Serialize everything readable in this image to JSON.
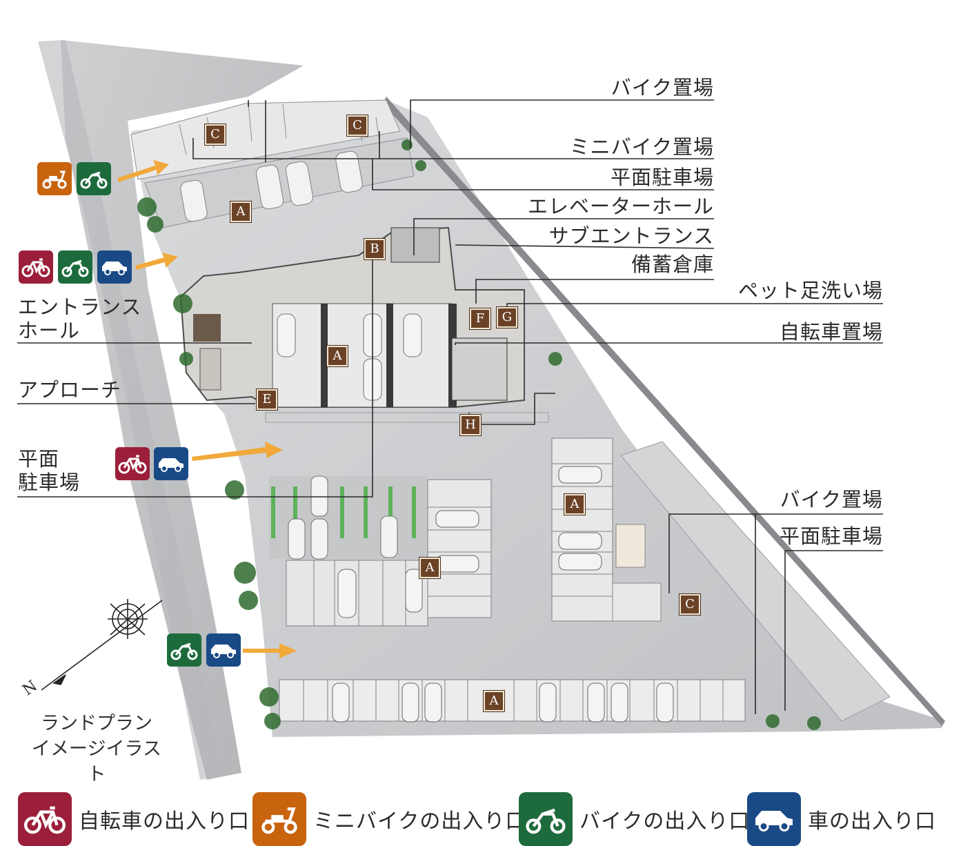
{
  "labels": {
    "bike_parking_top": "バイク置場",
    "minibike_parking": "ミニバイク置場",
    "flat_parking_top": "平面駐車場",
    "elevator_hall": "エレベーターホール",
    "sub_entrance": "サブエントランス",
    "storage": "備蓄倉庫",
    "pet_wash": "ペット足洗い場",
    "bicycle_parking": "自転車置場",
    "entrance_hall_1": "エントランス",
    "entrance_hall_2": "ホール",
    "approach": "アプローチ",
    "flat_parking_left_1": "平面",
    "flat_parking_left_2": "駐車場",
    "bike_parking_right": "バイク置場",
    "flat_parking_right": "平面駐車場"
  },
  "badges": {
    "a": "A",
    "b": "B",
    "c": "C",
    "e": "E",
    "f": "F",
    "g": "G",
    "h": "H"
  },
  "caption": {
    "line1": "ランドプラン",
    "line2": "イメージイラスト"
  },
  "compass": {
    "north": "N"
  },
  "legend": [
    {
      "label": "自転車の出入り口",
      "icon": "bicycle-icon",
      "color": "#9b1f3a"
    },
    {
      "label": "ミニバイクの出入り口",
      "icon": "scooter-icon",
      "color": "#c8630e"
    },
    {
      "label": "バイクの出入り口",
      "icon": "motorcycle-icon",
      "color": "#1d6b3c"
    },
    {
      "label": "車の出入り口",
      "icon": "car-icon",
      "color": "#1a4a86"
    }
  ],
  "colors": {
    "bicycle": "#9b1f3a",
    "scooter": "#c8630e",
    "motorcycle": "#1d6b3c",
    "car": "#1a4a86",
    "arrow": "#f0a93a",
    "badge": "#6b4226"
  }
}
